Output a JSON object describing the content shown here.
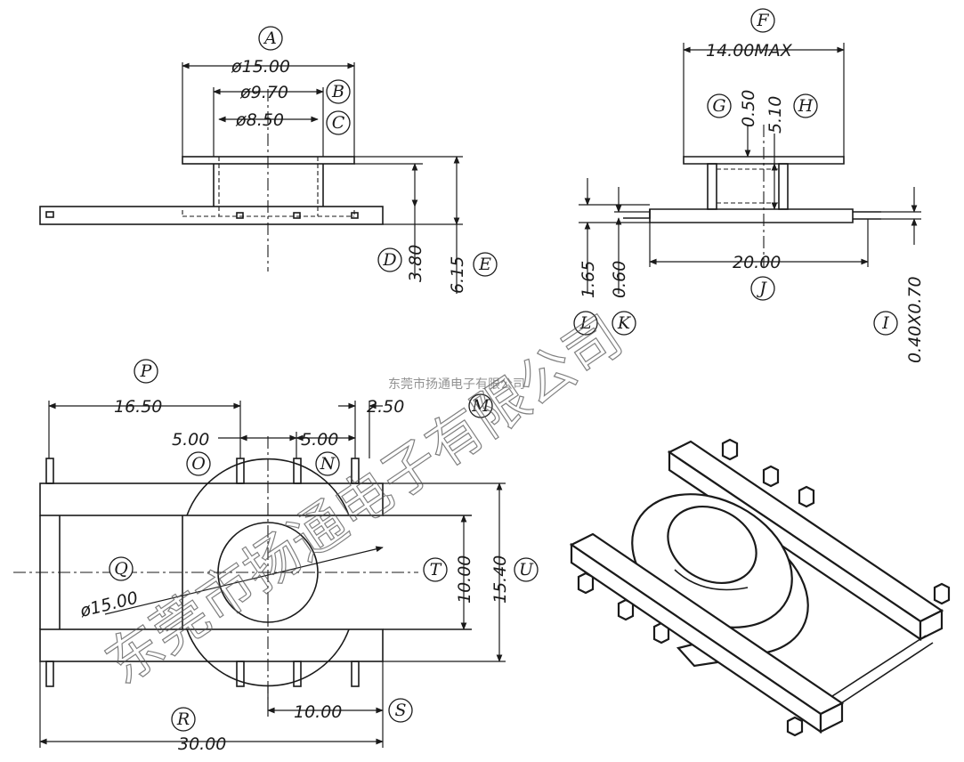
{
  "labels": {
    "A": "A",
    "B": "B",
    "C": "C",
    "D": "D",
    "E": "E",
    "F": "F",
    "G": "G",
    "H": "H",
    "I": "I",
    "J": "J",
    "K": "K",
    "L": "L",
    "M": "M",
    "N": "N",
    "O": "O",
    "P": "P",
    "Q": "Q",
    "R": "R",
    "S": "S",
    "T": "T",
    "U": "U"
  },
  "dimensions": {
    "A": "ø15.00",
    "B": "ø9.70",
    "C": "ø8.50",
    "D": "3.80",
    "E": "6.15",
    "F": "14.00MAX",
    "G": "0.50",
    "H": "5.10",
    "I": "0.40X0.70",
    "J": "20.00",
    "K": "0.60",
    "L": "1.65",
    "M": "2.50",
    "N": "5.00",
    "O": "5.00",
    "P": "16.50",
    "Q": "ø15.00",
    "R": "30.00",
    "S": "10.00",
    "T": "10.00",
    "U": "15.40"
  },
  "watermark": {
    "large": "东莞市扬通电子有限公司",
    "small": "东莞市扬通电子有限公司"
  },
  "colors": {
    "line": "#1a1a1a",
    "background": "#ffffff"
  }
}
